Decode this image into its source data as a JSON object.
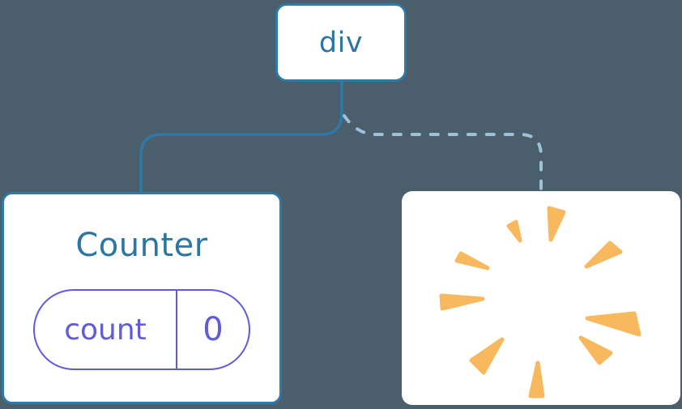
{
  "diagram": {
    "type": "component-tree",
    "root_label": "div",
    "counter_label": "Counter",
    "state_key": "count",
    "state_value": "0",
    "removed_node": "poof-burst",
    "edges": [
      {
        "from": "div",
        "to": "Counter",
        "style": "solid"
      },
      {
        "from": "div",
        "to": "removed",
        "style": "dashed"
      }
    ]
  },
  "colors": {
    "background": "#4b5e6c",
    "card_bg": "#ffffff",
    "node_border_blue": "#2d79a8",
    "node_text_blue": "#2d76a3",
    "solid_edge": "#2d79a8",
    "dashed_edge": "#9dc1d9",
    "state_purple": "#5f5bdb",
    "poof_orange": "#f8b95e"
  }
}
